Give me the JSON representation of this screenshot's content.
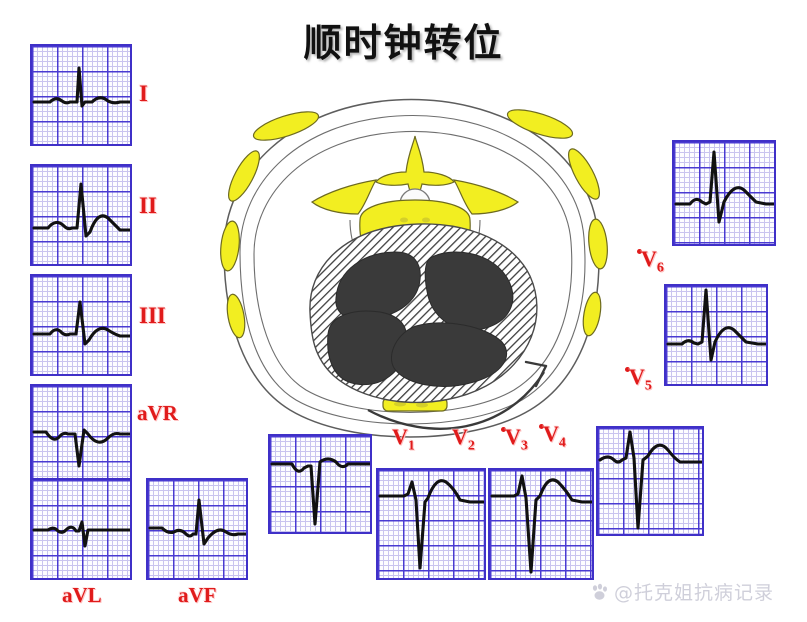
{
  "title": "顺时钟转位",
  "watermark": {
    "text": "@托克姐抗病记录",
    "icon": "paw-icon"
  },
  "colors": {
    "grid_major": "#4a3ad2",
    "grid_minor": "#c9c4ef",
    "panel_border": "#3f30c8",
    "trace": "#111111",
    "label_red": "#e01b1b",
    "bone_yellow": "#f2ee21",
    "heart_chamber": "#3a3a3a"
  },
  "limb_leads": [
    {
      "id": "I",
      "label": "I",
      "label_side": "right",
      "morphology": "small upright QRS, low amplitude"
    },
    {
      "id": "II",
      "label": "II",
      "label_side": "right",
      "morphology": "tall upright R wave with prominent T"
    },
    {
      "id": "III",
      "label": "III",
      "label_side": "right",
      "morphology": "upright R wave, moderate amplitude"
    },
    {
      "id": "aVR",
      "label": "aVR",
      "label_side": "right",
      "morphology": "negative QS complex, inverted T"
    },
    {
      "id": "aVL",
      "label": "aVL",
      "label_side": "bottom",
      "morphology": "near isoelectric, tiny rS"
    },
    {
      "id": "aVF",
      "label": "aVF",
      "label_side": "bottom",
      "morphology": "upright R wave with S, upright T"
    }
  ],
  "chest_leads": [
    {
      "id": "V1",
      "label": "V",
      "sub": "1",
      "morphology": "deep QS complex, no R wave"
    },
    {
      "id": "V2",
      "label": "V",
      "sub": "2",
      "morphology": "small r with very deep S wave"
    },
    {
      "id": "V3",
      "label": "V",
      "sub": "3",
      "morphology": "small r with deep S wave, rising T"
    },
    {
      "id": "V4",
      "label": "V",
      "sub": "4",
      "morphology": "RS pattern, deep S persists"
    },
    {
      "id": "V5",
      "label": "V",
      "sub": "5",
      "morphology": "tall R wave with small s"
    },
    {
      "id": "V6",
      "label": "V",
      "sub": "6",
      "morphology": "tall R wave, small s, upright T"
    }
  ],
  "diagram": {
    "name": "chest-cross-section",
    "description": "transverse thoracic cross-section showing vertebra, ribs and heart with four chambers",
    "rotation_arrow": "clockwise rotation arrow"
  }
}
